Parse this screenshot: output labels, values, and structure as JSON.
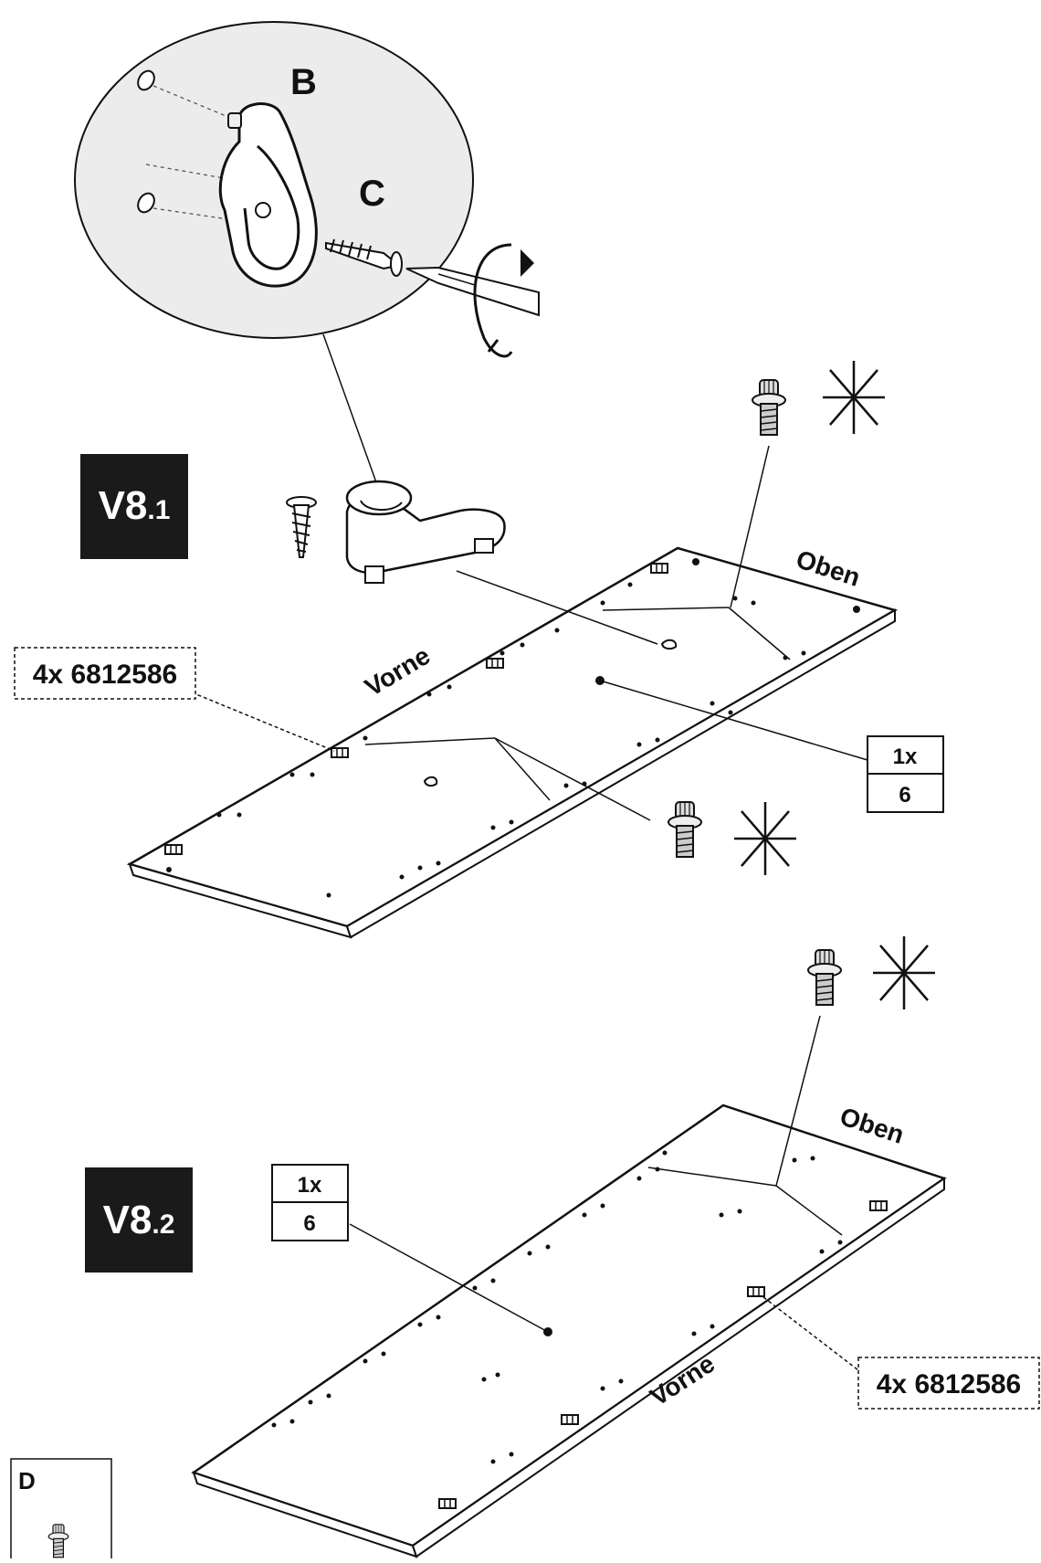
{
  "detail": {
    "label_b": "B",
    "label_c": "C"
  },
  "step1": {
    "badge_main": "V8",
    "badge_sub": ".1",
    "label_top": "Oben",
    "label_front": "Vorne",
    "hinge_callout": "4x 6812586",
    "screw_box": {
      "qty": "1x",
      "part": "6"
    }
  },
  "step2": {
    "badge_main": "V8",
    "badge_sub": ".2",
    "label_top": "Oben",
    "label_front": "Vorne",
    "hinge_callout": "4x 6812586",
    "screw_box": {
      "qty": "1x",
      "part": "6"
    }
  },
  "legend": {
    "label": "D"
  }
}
